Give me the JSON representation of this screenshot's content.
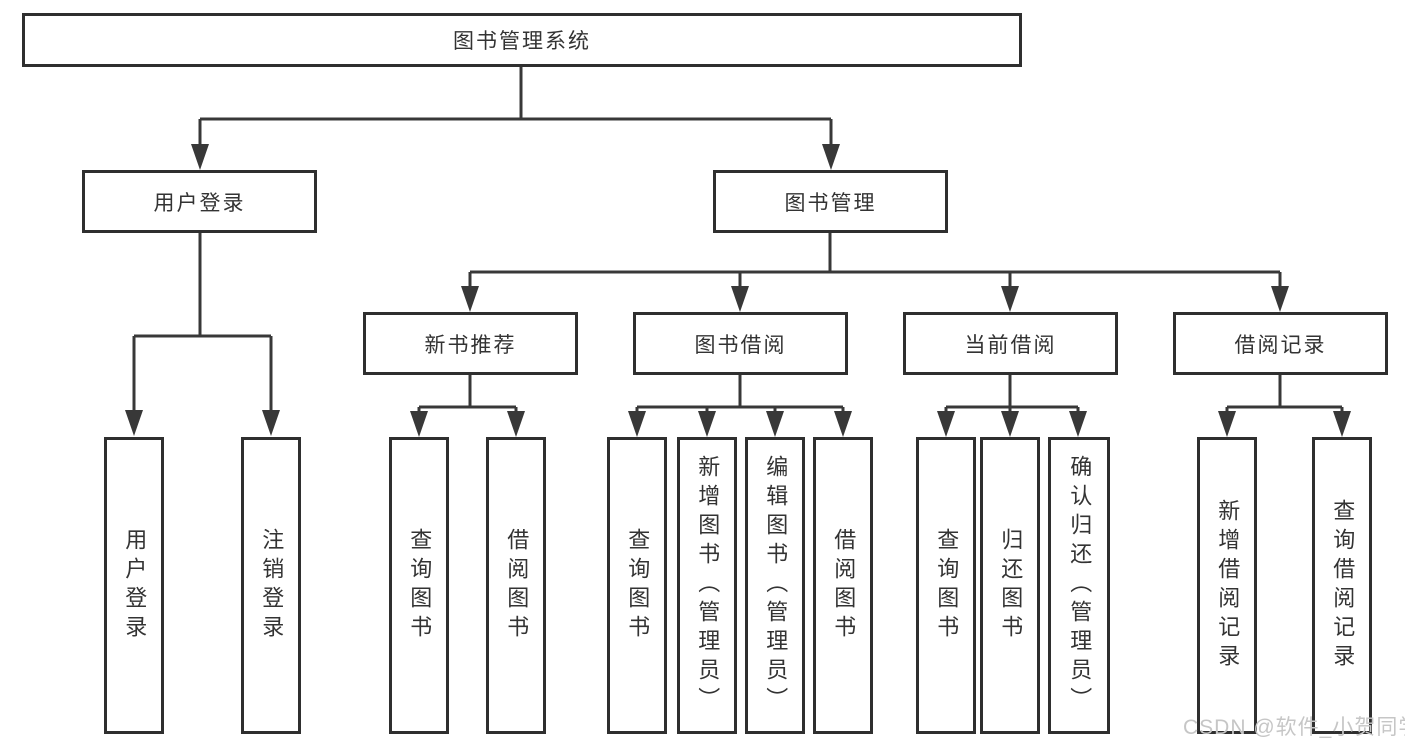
{
  "diagram": {
    "type": "hierarchy-tree",
    "root": {
      "label": "图书管理系统"
    },
    "level2": {
      "user_login": {
        "label": "用户登录"
      },
      "book_management": {
        "label": "图书管理"
      }
    },
    "level3": {
      "new_books": {
        "label": "新书推荐"
      },
      "book_borrowing": {
        "label": "图书借阅"
      },
      "current_borrowing": {
        "label": "当前借阅"
      },
      "borrowing_records": {
        "label": "借阅记录"
      }
    },
    "leaves": {
      "user_login": [
        "用户登录",
        "注销登录"
      ],
      "new_books": [
        "查询图书",
        "借阅图书"
      ],
      "book_borrowing": [
        "查询图书",
        "新增图书（管理员）",
        "编辑图书（管理员）",
        "借阅图书"
      ],
      "current_borrowing": [
        "查询图书",
        "归还图书",
        "确认归还（管理员）"
      ],
      "borrowing_records": [
        "新增借阅记录",
        "查询借阅记录"
      ]
    },
    "colors": {
      "line": "#383838",
      "box_border": "#2f2f2f",
      "text": "#333333",
      "background": "#ffffff"
    }
  },
  "watermark": {
    "text": "CSDN @软件_小贺同学",
    "color": "#c6c6c6"
  }
}
